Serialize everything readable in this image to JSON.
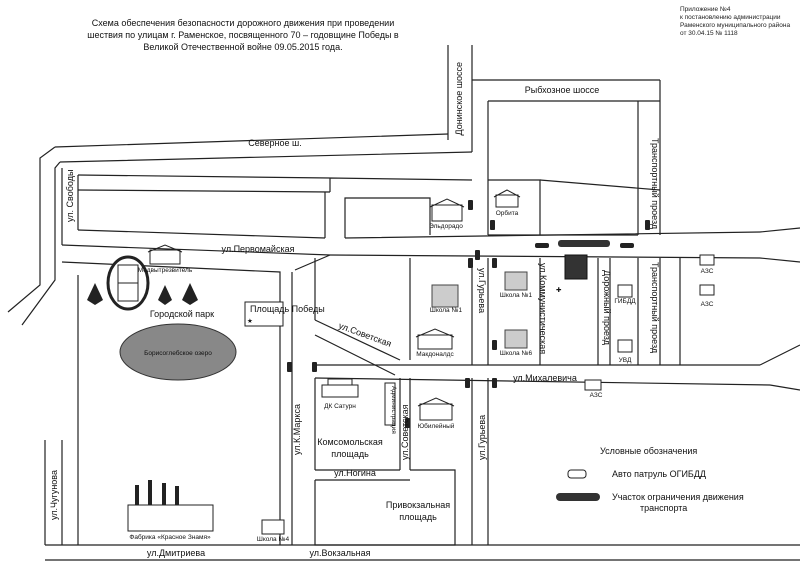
{
  "header": {
    "title_lines": [
      "Схема обеспечения безопасности дорожного движения  при проведении",
      "шествия по улицам г. Раменское, посвященного 70 – годовщине Победы в",
      "Великой Отечественной войне 09.05.2015 года."
    ],
    "appendix_lines": [
      "Приложение №4",
      "к постановлению  администрации",
      "Раменского муниципального района",
      "от 30.04.15 № 1118"
    ]
  },
  "streets": {
    "donino": "Донинское шоссе",
    "rybkhoz": "Рыбхозное шоссе",
    "severnoe": "Северное ш.",
    "transport1": "Транспортный проезд",
    "transport2": "Транспортный проезд",
    "svobody": "ул. Свободы",
    "pervomayskaya": "ул.Первомайская",
    "gurieva1": "ул.Гурьева",
    "kommunisticheskaya": "ул.Коммунистическая",
    "dorozhny": "Дорожный проезд",
    "sovetskaya1": "ул.Советская",
    "sovetskaya2": "ул.Советская",
    "mikhalevicha": "ул.Михалевича",
    "kmarksa": "ул.К.Маркса",
    "gurieva2": "ул.Гурьева",
    "chugunova": "ул.Чугунова",
    "nogina": "ул.Ногина",
    "dmitrieva": "ул.Дмитриева",
    "vokzalnaya": "ул.Вокзальная"
  },
  "places": {
    "eldorado": "Эльдорадо",
    "orbita": "Орбита",
    "medvytrezvitel": "Медвытрезвитель",
    "gorodskoy_park": "Городской парк",
    "ploshad_pobedy": "Площадь\nПобеды",
    "borisoglebskoe": "Борисоглебское озеро",
    "school1": "Школа №1",
    "mcdonalds": "Макдоналдс",
    "school6": "Школа №6",
    "gibdd": "ГИБДД",
    "uvd": "УВД",
    "azs1": "АЗС",
    "azs2": "АЗС",
    "azs3": "АЗС",
    "dk_saturn": "ДК Сатурн",
    "administration": "Администрация",
    "yubileyny": "Юбилейный",
    "komsomolskaya": "Комсомольская\nплощадь",
    "privokzalnaya": "Привокзальная\nплощадь",
    "fabrika": "Фабрика «Красное Знамя»",
    "school4": "Школа №4"
  },
  "legend": {
    "title": "Условные обозначения",
    "patrol": "Авто патруль ОГИБДД",
    "restriction": "Участок ограничения движения транспорта",
    "restriction_line1": "Участок ограничения движения",
    "restriction_line2": "транспорта"
  }
}
